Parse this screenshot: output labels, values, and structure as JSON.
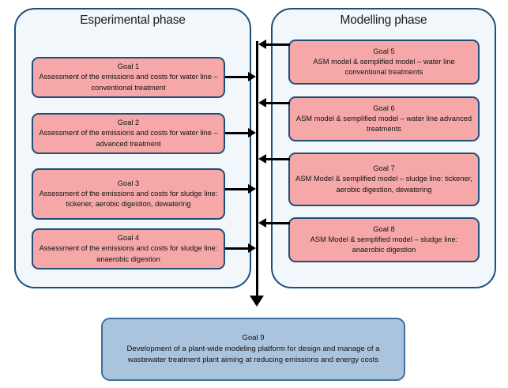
{
  "diagram": {
    "background_color": "#ffffff",
    "phases": [
      {
        "id": "experimental",
        "title": "Esperimental phase",
        "fill_color": "#f2f7fc",
        "border_color": "#1f4e79"
      },
      {
        "id": "modelling",
        "title": "Modelling phase",
        "fill_color": "#f2f7fc",
        "border_color": "#1f4e79"
      }
    ],
    "goal_fill_color": "#f6a8a8",
    "goal_border_color": "#1f4e79",
    "final_goal_fill_color": "#aac4de",
    "final_goal_border_color": "#3f6f9f",
    "arrow_color": "#000000",
    "goals": {
      "g1": {
        "title": "Goal 1",
        "desc": "Assessment of the emissions and costs for water line – conventional treatment"
      },
      "g2": {
        "title": "Goal  2",
        "desc": "Assessment of the emissions and costs for water line  –  advanced treatment"
      },
      "g3": {
        "title": "Goal 3",
        "desc": "Assessment of the emissions and costs for sludge line: tickener, aerobic digestion, dewatering"
      },
      "g4": {
        "title": "Goal 4",
        "desc": "Assessment of the emissions and costs for sludge line: anaerobic digestion"
      },
      "g5": {
        "title": "Goal 5",
        "desc": "ASM model & semplified model – water line conventional treatments"
      },
      "g6": {
        "title": "Goal 6",
        "desc": "ASM model & semplified model – water line advanced treatments"
      },
      "g7": {
        "title": "Goal  7",
        "desc": "ASM Model & semplified model – sludge line: tickener, aerobic digestion, dewatering"
      },
      "g8": {
        "title": "Goal 8",
        "desc": "ASM Model & semplified model – sludge line: anaerobic digestion"
      },
      "g9": {
        "title": "Goal  9",
        "desc": "Development of a plant-wide modeling platform for design and manage of a wastewater treatment plant aiming at reducing emissions and energy costs"
      }
    }
  }
}
